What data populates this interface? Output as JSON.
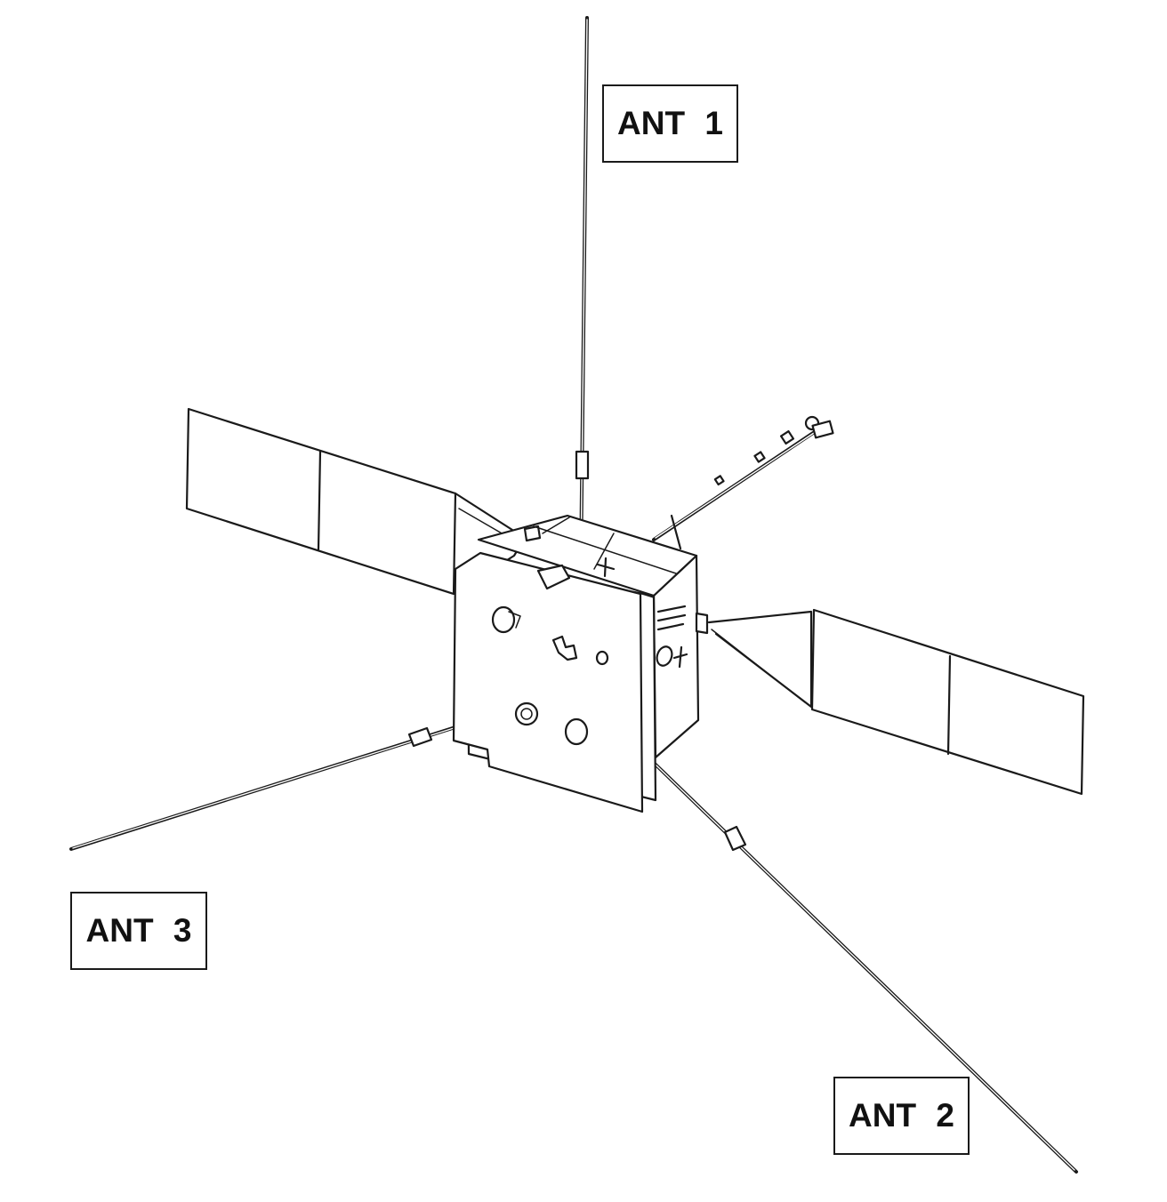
{
  "diagram": {
    "labels": {
      "ant1": "ANT 1",
      "ant2": "ANT 2",
      "ant3": "ANT 3"
    },
    "colors": {
      "line": "#1a1a1a",
      "background": "#ffffff"
    }
  }
}
